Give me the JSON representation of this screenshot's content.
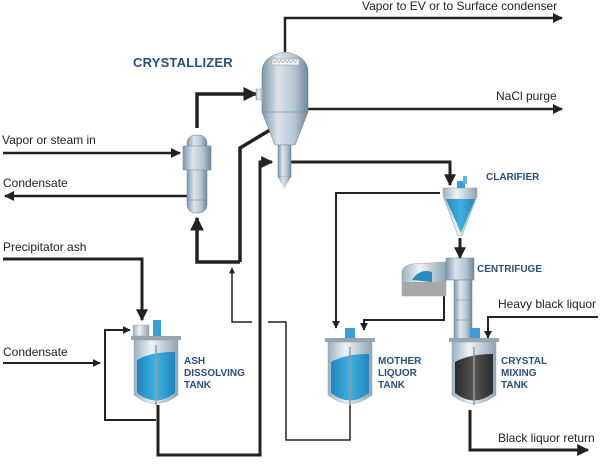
{
  "diagram": {
    "title": "CRYSTALLIZER",
    "equipment": {
      "clarifier": "CLARIFIER",
      "centrifuge": "CENTRIFUGE",
      "ash_tank": [
        "ASH",
        "DISSOLVING",
        "TANK"
      ],
      "mother_tank": [
        "MOTHER",
        "LIQUOR",
        "TANK"
      ],
      "crystal_tank": [
        "CRYSTAL",
        "MIXING",
        "TANK"
      ]
    },
    "streams": {
      "vapor_out": "Vapor to EV or to Surface condenser",
      "nacl_purge": "NaCl purge",
      "vapor_in": "Vapor or steam in",
      "condensate_out": "Condensate",
      "precipitator_ash": "Precipitator ash",
      "condensate_in": "Condensate",
      "heavy_black_liquor": "Heavy black liquor",
      "black_liquor_return": "Black liquor return"
    },
    "colors": {
      "line": "#222222",
      "label_blue": "#2b4f7e",
      "liquid_blue": "#2a9ad0",
      "black_liquor": "#3a3a3a",
      "vessel_steel": "#a9bccb"
    }
  }
}
